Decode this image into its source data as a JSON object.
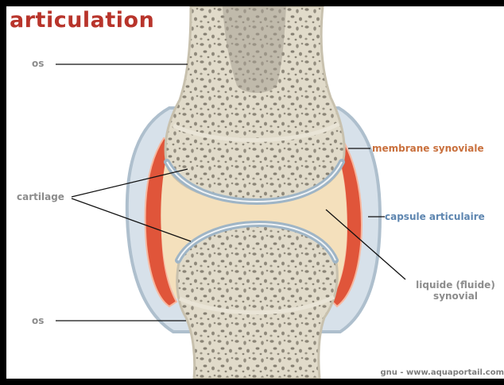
{
  "title": "articulation",
  "labels": {
    "os_top": "os",
    "os_bottom": "os",
    "cartilage": "cartilage",
    "membrane": "membrane synoviale",
    "capsule": "capsule articulaire",
    "liquide_line1": "liquide (fluide)",
    "liquide_line2": "synovial"
  },
  "credit": "gnu - www.aquaportail.com",
  "colors": {
    "title": "#b8342b",
    "label_grey": "#8c8c8c",
    "label_membrane": "#c9703d",
    "label_capsule": "#5e86b0",
    "bone": "#ddd6c4",
    "cartilage": "#9fb5c6",
    "synovial_fluid": "#f3dfba",
    "membrane": "#e0553a",
    "capsule": "#c3d3e0"
  }
}
